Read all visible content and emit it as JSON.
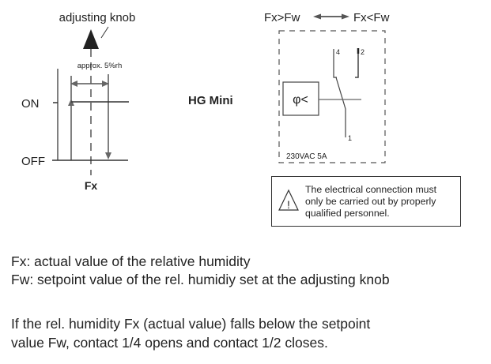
{
  "hysteresis": {
    "knob_label": "adjusting knob",
    "approx_label": "approx. 5%rh",
    "on_label": "ON",
    "off_label": "OFF",
    "axis_label": "Fx"
  },
  "device_name": "HG Mini",
  "wiring": {
    "state_left": "Fx>Fw",
    "state_right": "Fx<Fw",
    "sensor_symbol": "φ<",
    "terminal_4": "4",
    "terminal_2": "2",
    "terminal_1": "1",
    "rating": "230VAC  5A"
  },
  "warning": {
    "icon": "warning-triangle-icon",
    "lines": [
      "The electrical connection must",
      "only be carried  out by properly",
      "qualified personnel."
    ]
  },
  "legend": {
    "fx": "Fx: actual value of the relative humidity",
    "fw": "Fw: setpoint value of the rel. humidiy set at the adjusting knob"
  },
  "explanation": {
    "line1": "If the rel. humidity Fx (actual value) falls below the setpoint",
    "line2": "value Fw, contact 1/4 opens and contact 1/2 closes."
  }
}
